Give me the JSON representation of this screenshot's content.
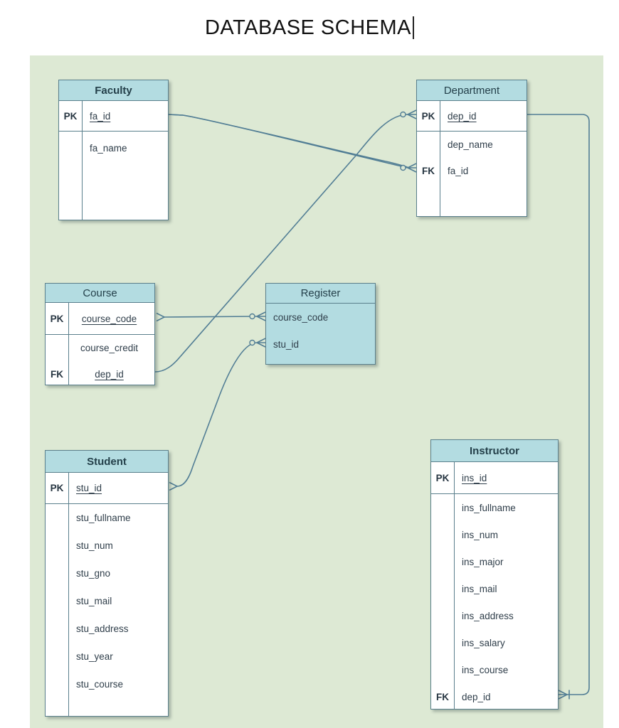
{
  "title": "DATABASE SCHEMA",
  "colors": {
    "canvas": "#dde9d4",
    "header_fill": "#b3dce1",
    "border": "#5a7f8c",
    "line": "#527e95",
    "text": "#2f3e4a"
  },
  "tables": [
    {
      "name": "Faculty",
      "fields": [
        {
          "key": "PK",
          "name": "fa_id"
        },
        {
          "key": "",
          "name": "fa_name"
        }
      ]
    },
    {
      "name": "Department",
      "fields": [
        {
          "key": "PK",
          "name": "dep_id"
        },
        {
          "key": "",
          "name": "dep_name"
        },
        {
          "key": "FK",
          "name": "fa_id"
        }
      ]
    },
    {
      "name": "Course",
      "fields": [
        {
          "key": "PK",
          "name": "course_code"
        },
        {
          "key": "",
          "name": "course_credit"
        },
        {
          "key": "FK",
          "name": "dep_id"
        }
      ]
    },
    {
      "name": "Register",
      "fields": [
        {
          "key": "",
          "name": "course_code"
        },
        {
          "key": "",
          "name": "stu_id"
        }
      ]
    },
    {
      "name": "Student",
      "fields": [
        {
          "key": "PK",
          "name": "stu_id"
        },
        {
          "key": "",
          "name": "stu_fullname"
        },
        {
          "key": "",
          "name": "stu_num"
        },
        {
          "key": "",
          "name": "stu_gno"
        },
        {
          "key": "",
          "name": "stu_mail"
        },
        {
          "key": "",
          "name": "stu_address"
        },
        {
          "key": "",
          "name": "stu_year"
        },
        {
          "key": "",
          "name": "stu_course"
        }
      ]
    },
    {
      "name": "Instructor",
      "fields": [
        {
          "key": "PK",
          "name": "ins_id"
        },
        {
          "key": "",
          "name": "ins_fullname"
        },
        {
          "key": "",
          "name": "ins_num"
        },
        {
          "key": "",
          "name": "ins_major"
        },
        {
          "key": "",
          "name": "ins_mail"
        },
        {
          "key": "",
          "name": "ins_address"
        },
        {
          "key": "",
          "name": "ins_salary"
        },
        {
          "key": "",
          "name": "ins_course"
        },
        {
          "key": "FK",
          "name": "dep_id"
        }
      ]
    }
  ],
  "relationships": [
    {
      "from": "Faculty.fa_id",
      "to": "Department.fa_id"
    },
    {
      "from": "Course.dep_id",
      "to": "Department.dep_id"
    },
    {
      "from": "Course.course_code",
      "to": "Register.course_code"
    },
    {
      "from": "Student.stu_id",
      "to": "Register.stu_id"
    },
    {
      "from": "Department.dep_id",
      "to": "Instructor.dep_id"
    }
  ]
}
